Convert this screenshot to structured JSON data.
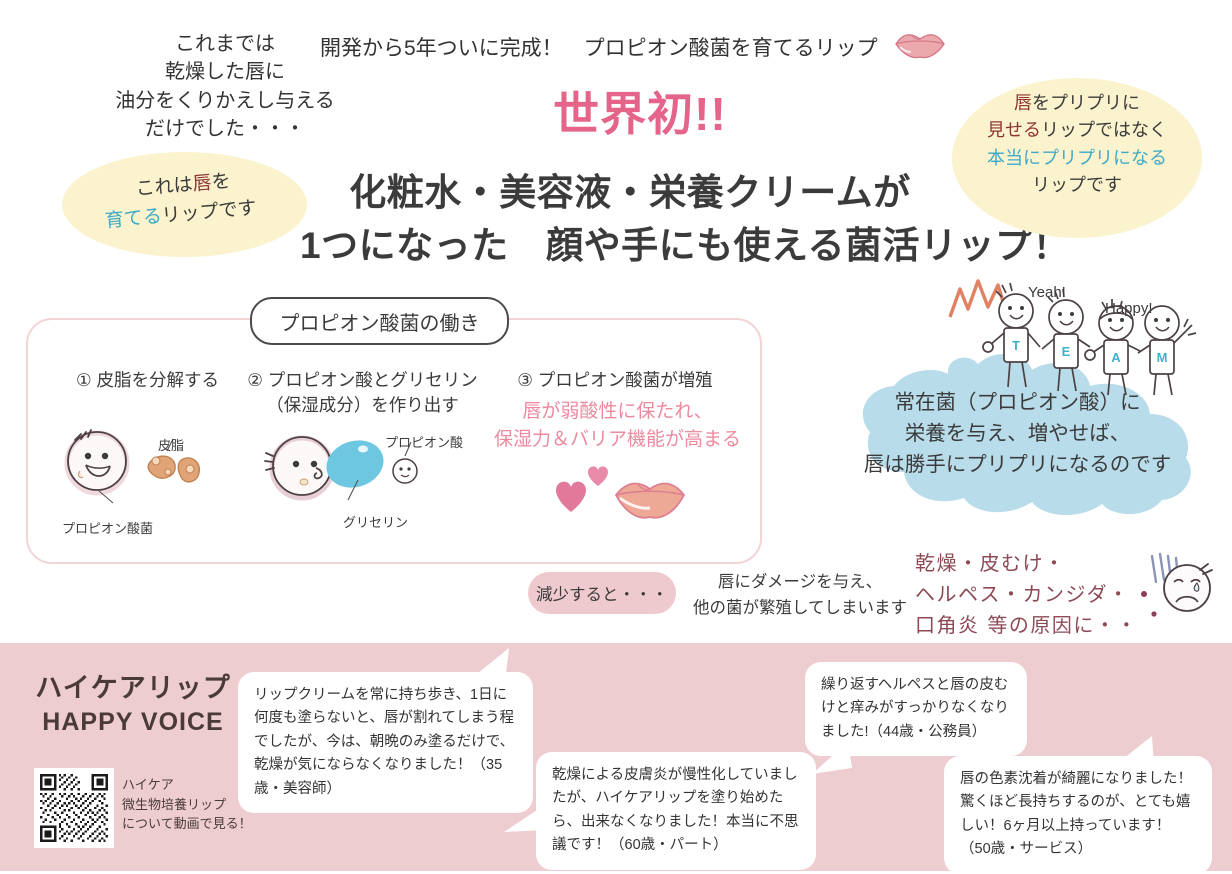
{
  "top": {
    "intro_lines": [
      "これまでは",
      "乾燥した唇に",
      "油分をくりかえし与える",
      "だけでした・・・"
    ],
    "tagline": "開発から5年ついに完成！　プロピオン酸菌を育てるリップ",
    "lips_icon": "lips-icon",
    "world_first": "世界初!!",
    "headline_line1": "化粧水・美容液・栄養クリームが",
    "headline_line2": "1つになった　顔や手にも使える菌活リップ！"
  },
  "bubble_left": {
    "line1_a": "これは",
    "line1_b": "唇",
    "line1_c": "を",
    "line2_a": "育てる",
    "line2_b": "リップです"
  },
  "bubble_right": {
    "line1_a": "唇",
    "line1_b": "をプリプリに",
    "line2_a": "見せる",
    "line2_b": "リップではなく",
    "line3_a": "本当に",
    "line3_b": "プリプリ",
    "line3_c": "になる",
    "line4": "リップです"
  },
  "mechanism": {
    "badge": "プロピオン酸菌の働き",
    "step1": {
      "title": "① 皮脂を分解する",
      "label_sebum": "皮脂",
      "label_bacteria": "プロピオン酸菌"
    },
    "step2": {
      "title_line1": "② プロピオン酸とグリセリン",
      "title_line2": "（保湿成分）を作り出す",
      "label_acid": "プロピオン酸",
      "label_glycerin": "グリセリン"
    },
    "step3": {
      "title": "③ プロピオン酸菌が増殖",
      "sub_line1": "唇が弱酸性に保たれ、",
      "sub_line2": "保湿力＆バリア機能が高まる"
    }
  },
  "cloud": {
    "line1": "常在菌（プロピオン酸）に",
    "line2": "栄養を与え、増やせば、",
    "line3": "唇は勝手にプリプリになるのです",
    "shout_yeah": "Yeah!",
    "shout_happy": "Happy!",
    "team_letters": [
      "T",
      "E",
      "A",
      "M"
    ]
  },
  "decrease": {
    "pill": "減少すると・・・",
    "text_line1": "唇にダメージを与え、",
    "text_line2": "他の菌が繁殖してしまいます",
    "handwritten_line1": "乾燥・皮むけ・",
    "handwritten_line2": "ヘルペス・カンジダ・",
    "handwritten_line3": "口角炎 等の原因に・・"
  },
  "bottom": {
    "brand_title": "ハイケアリップ",
    "brand_sub": "HAPPY VOICE",
    "qr_caption_line1": "ハイケア",
    "qr_caption_line2": "微生物培養リップ",
    "qr_caption_line3": "について動画で見る！",
    "testimonials": [
      {
        "text": "リップクリームを常に持ち歩き、1日に何度も塗らないと、唇が割れてしまう程でしたが、今は、朝晩のみ塗るだけで、乾燥が気にならなくなりました！（35歳・美容師）"
      },
      {
        "text": "乾燥による皮膚炎が慢性化していましたが、ハイケアリップを塗り始めたら、出来なくなりました！本当に不思議です！（60歳・パート）"
      },
      {
        "text": "繰り返すヘルペスと唇の皮むけと痒みがすっかりなくなりました!（44歳・公務員）"
      },
      {
        "text": "唇の色素沈着が綺麗になりました！驚くほど長持ちするのが、とても嬉しい！6ヶ月以上持っています！（50歳・サービス）"
      }
    ]
  },
  "colors": {
    "accent_pink": "#e4648a",
    "soft_pink": "#ec8a9e",
    "band_pink": "#eecdd1",
    "cloud_blue": "#b9dceb",
    "pale_yellow": "#fbf3cd",
    "teal": "#3fa9c9",
    "dark_red": "#a33b3b"
  }
}
